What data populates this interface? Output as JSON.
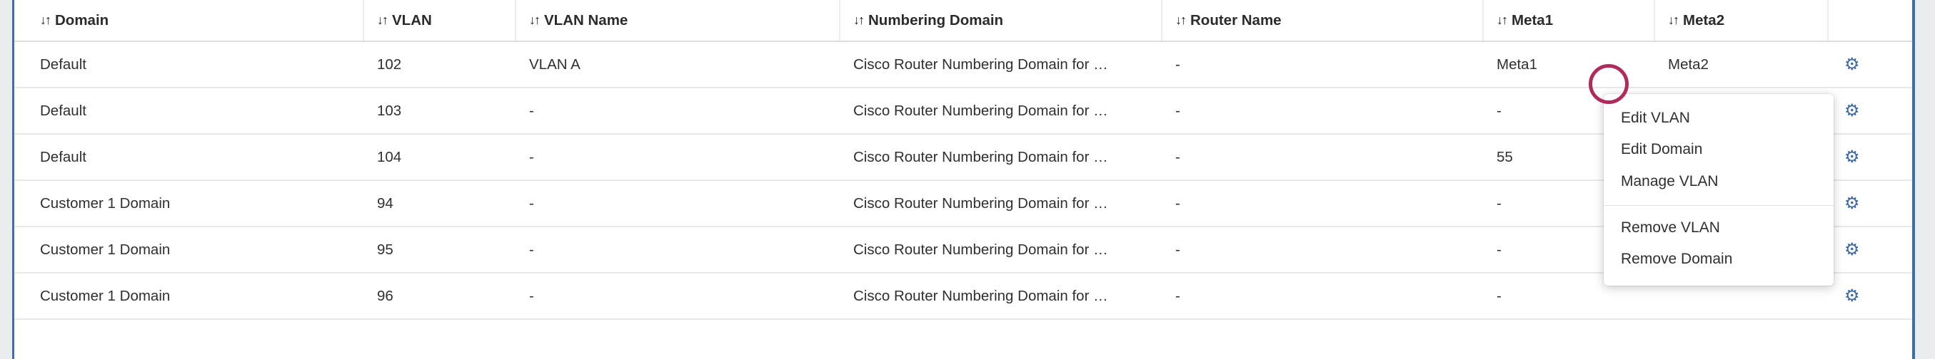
{
  "table": {
    "columns": [
      {
        "key": "domain",
        "label": "Domain",
        "sortable": true,
        "sort_icon": "sort-updown-icon"
      },
      {
        "key": "vlan",
        "label": "VLAN",
        "sortable": true,
        "sort_icon": "sort-updown-icon"
      },
      {
        "key": "vlan_name",
        "label": "VLAN Name",
        "sortable": true,
        "sort_icon": "sort-updown-icon"
      },
      {
        "key": "num_dom",
        "label": "Numbering Domain",
        "sortable": true,
        "sort_icon": "sort-updown-icon"
      },
      {
        "key": "router",
        "label": "Router Name",
        "sortable": true,
        "sort_icon": "sort-updown-icon"
      },
      {
        "key": "meta1",
        "label": "Meta1",
        "sortable": true,
        "sort_icon": "sort-updown-icon"
      },
      {
        "key": "meta2",
        "label": "Meta2",
        "sortable": true,
        "sort_icon": "sort-updown-icon"
      },
      {
        "key": "actions",
        "label": "",
        "sortable": false,
        "sort_icon": ""
      }
    ],
    "sort_glyph": "↓↑",
    "action_icon": "gear-icon",
    "action_glyph": "⚙",
    "rows": [
      {
        "domain": "Default",
        "vlan": "102",
        "vlan_name": "VLAN A",
        "num_dom": "Cisco Router Numbering Domain for …",
        "router": "-",
        "meta1": "Meta1",
        "meta2": "Meta2"
      },
      {
        "domain": "Default",
        "vlan": "103",
        "vlan_name": "-",
        "num_dom": "Cisco Router Numbering Domain for …",
        "router": "-",
        "meta1": "-",
        "meta2": ""
      },
      {
        "domain": "Default",
        "vlan": "104",
        "vlan_name": "-",
        "num_dom": "Cisco Router Numbering Domain for …",
        "router": "-",
        "meta1": "55",
        "meta2": ""
      },
      {
        "domain": "Customer 1 Domain",
        "vlan": "94",
        "vlan_name": "-",
        "num_dom": "Cisco Router Numbering Domain for …",
        "router": "-",
        "meta1": "-",
        "meta2": ""
      },
      {
        "domain": "Customer 1 Domain",
        "vlan": "95",
        "vlan_name": "-",
        "num_dom": "Cisco Router Numbering Domain for …",
        "router": "-",
        "meta1": "-",
        "meta2": ""
      },
      {
        "domain": "Customer 1 Domain",
        "vlan": "96",
        "vlan_name": "-",
        "num_dom": "Cisco Router Numbering Domain for …",
        "router": "-",
        "meta1": "-",
        "meta2": ""
      }
    ]
  },
  "context_menu": {
    "open": true,
    "items": [
      {
        "label": "Edit VLAN",
        "separator_before": false
      },
      {
        "label": "Edit Domain",
        "separator_before": false
      },
      {
        "label": "Manage VLAN",
        "separator_before": false
      },
      {
        "label": "Remove VLAN",
        "separator_before": true
      },
      {
        "label": "Remove Domain",
        "separator_before": false
      }
    ]
  },
  "annotation": {
    "shape": "circle",
    "color": "#b02a5b"
  },
  "colors": {
    "accent_rail": "#3f6fa8",
    "gear": "#3c68a3",
    "page_bg": "#e9edf0",
    "panel_bg": "#ffffff",
    "row_border": "#e8e8e8",
    "annotation": "#b02a5b"
  }
}
